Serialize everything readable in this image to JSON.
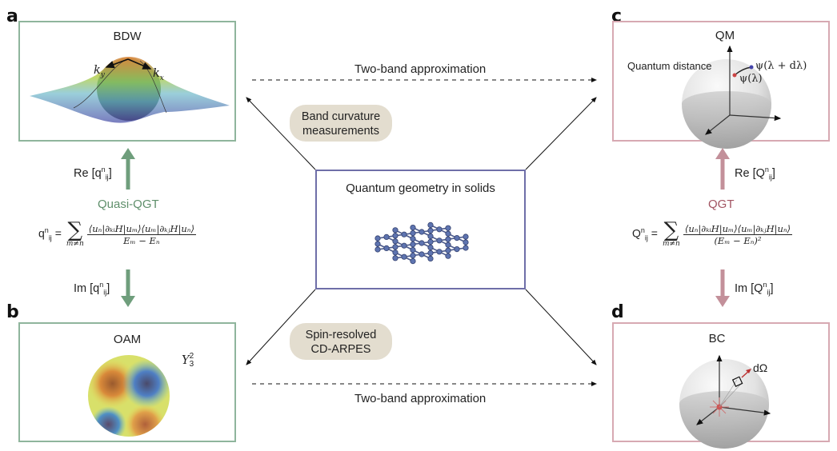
{
  "panels": {
    "a": {
      "letter": "a",
      "title": "BDW",
      "axis_x": "k",
      "axis_x_sub": "x",
      "axis_y": "k",
      "axis_y_sub": "y"
    },
    "b": {
      "letter": "b",
      "title": "OAM",
      "harmonic": "Y",
      "harmonic_sup": "2",
      "harmonic_sub": "3"
    },
    "c": {
      "letter": "c",
      "title": "QM",
      "distance_label": "Quantum distance",
      "psi_end": "ψ(λ + dλ)",
      "psi_start": "ψ(λ)"
    },
    "d": {
      "letter": "d",
      "title": "BC",
      "solid_angle": "dΩ"
    }
  },
  "center": {
    "title": "Quantum geometry in solids"
  },
  "connections": {
    "top_dashed": "Two-band approximation",
    "bottom_dashed": "Two-band approximation",
    "top_pill_line1": "Band curvature",
    "top_pill_line2": "measurements",
    "bottom_pill_line1": "Spin-resolved",
    "bottom_pill_line2": "CD-ARPES"
  },
  "left_formula": {
    "re_label": "Re [q",
    "im_label": "Im [q",
    "name": "Quasi-QGT",
    "lhs": "q",
    "sum_limit": "m≠n",
    "numerator": "⟨uₙ|∂ₖᵢH|uₘ⟩⟨uₘ|∂ₖⱼH|uₙ⟩",
    "denominator": "Eₘ − Eₙ",
    "sup": "n",
    "sub": "ij",
    "color": "#5f8f6b"
  },
  "right_formula": {
    "re_label": "Re [Q",
    "im_label": "Im [Q",
    "name": "QGT",
    "lhs": "Q",
    "sum_limit": "m≠n",
    "numerator": "⟨uₙ|∂ₖᵢH|uₘ⟩⟨uₘ|∂ₖⱼH|uₙ⟩",
    "denominator": "(Eₘ − Eₙ)²",
    "sup": "n",
    "sub": "ij",
    "color": "#a25462"
  },
  "colors": {
    "green_border": "#8fb59c",
    "pink_border": "#d7a9b2",
    "center_border": "#6e6ea8",
    "pill_bg": "#e3ddcf",
    "green_arrow": "#6f9e7c",
    "pink_arrow": "#c3909a"
  }
}
